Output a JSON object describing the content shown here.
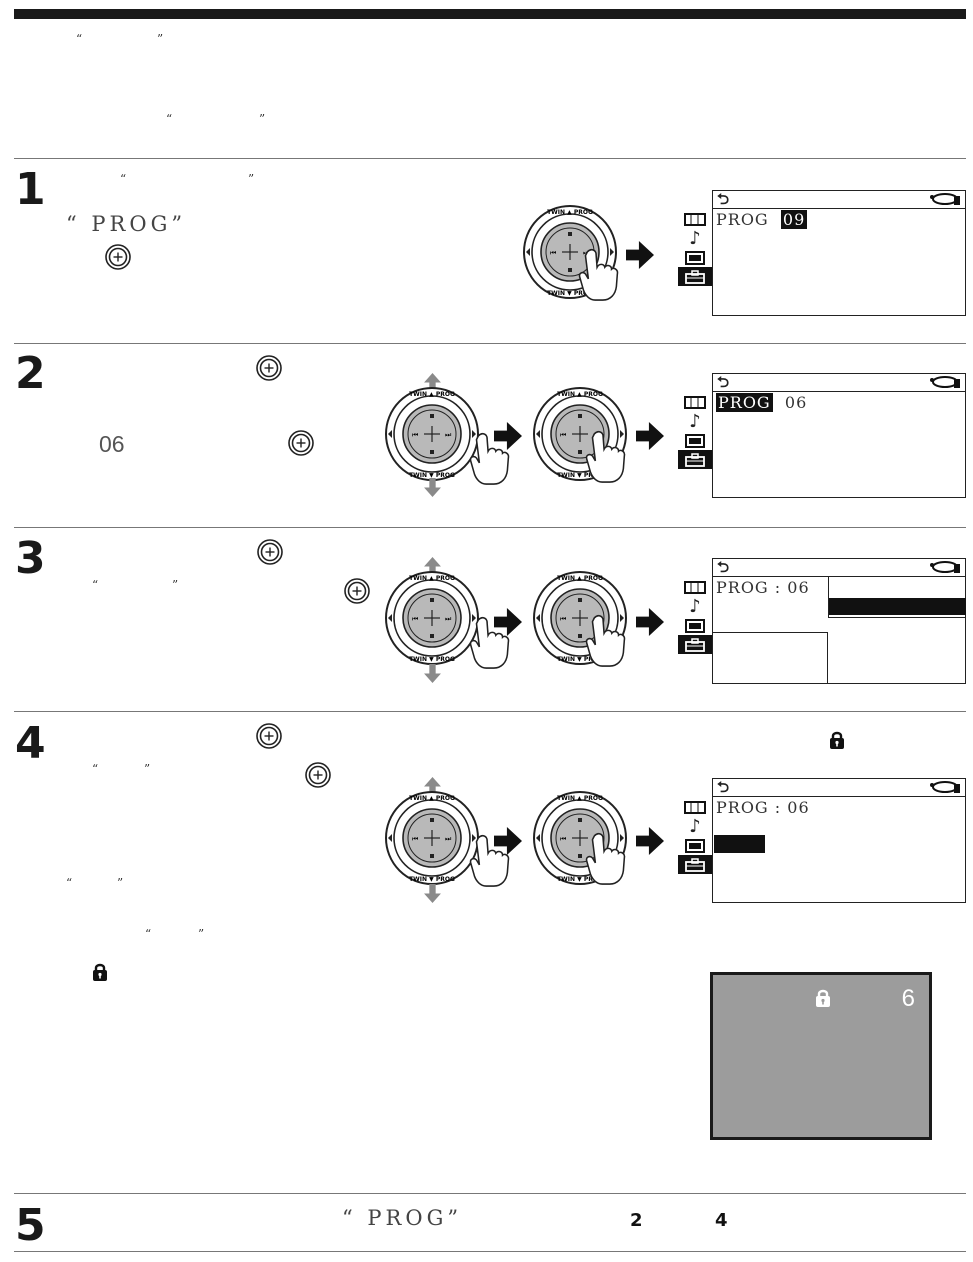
{
  "intro": {
    "line1_open": "“",
    "line1_close": "”",
    "line2_open": "“",
    "line2_close": "”"
  },
  "steps": [
    {
      "number": "1",
      "q_open": "“",
      "q_close": "”",
      "prog_label": "“ PROG”"
    },
    {
      "number": "2",
      "value": "06"
    },
    {
      "number": "3",
      "q_open": "“",
      "q_close": "”"
    },
    {
      "number": "4",
      "q_open": "“",
      "q_close": "”",
      "note1_open": "“",
      "note1_close": "”",
      "note2_open": "“",
      "note2_close": "”"
    },
    {
      "number": "5",
      "prog_label": "“ PROG”",
      "ref_a": "2",
      "ref_b": "4"
    }
  ],
  "screens": {
    "s1": {
      "prog": "PROG",
      "value": "09"
    },
    "s2": {
      "prog": "PROG",
      "value": "06"
    },
    "s3": {
      "prog": "PROG : 06"
    },
    "s4": {
      "prog": "PROG : 06"
    }
  },
  "tv": {
    "channel": "6"
  },
  "icons": {
    "enter": "enter-button-icon",
    "lock": "lock-icon",
    "arrow": "right-arrow-icon",
    "joystick": "control-pad-icon",
    "return": "return-icon"
  },
  "colors": {
    "bar": "#1a1a1a",
    "tv": "#9c9c9c"
  }
}
